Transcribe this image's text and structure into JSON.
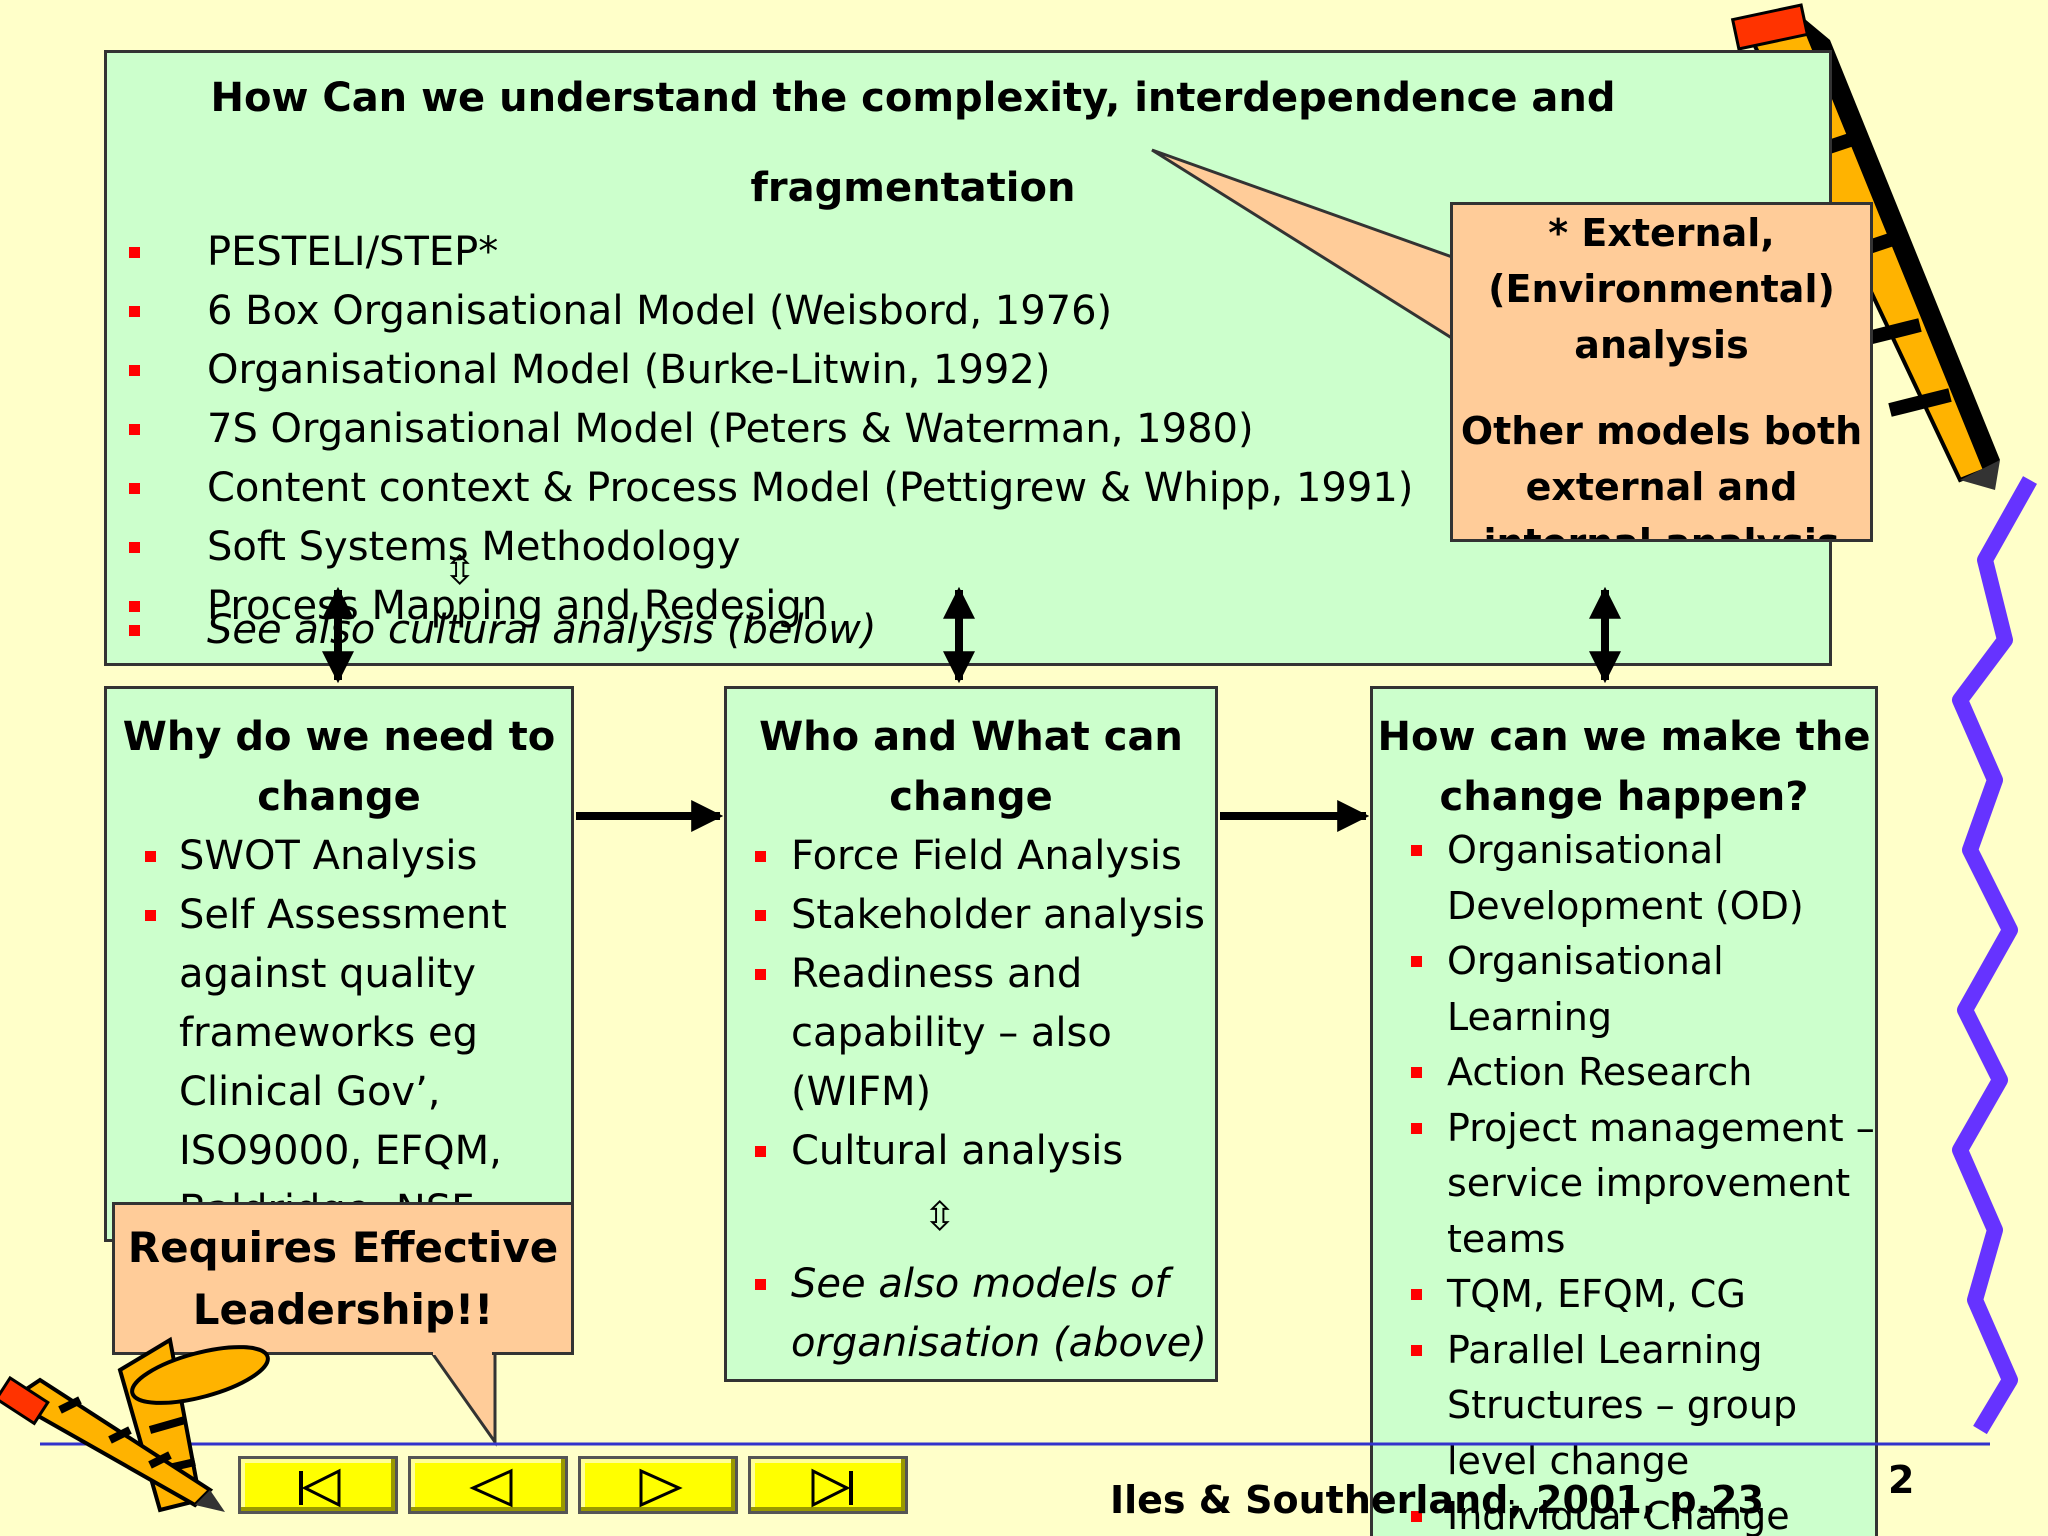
{
  "top_box": {
    "title": "How Can we understand the complexity, interdependence and fragmentation",
    "items": [
      "PESTELI/STEP*",
      "6 Box Organisational Model (Weisbord, 1976)",
      "Organisational Model (Burke-Litwin, 1992)",
      "7S Organisational Model (Peters & Waterman, 1980)",
      "Content context & Process Model (Pettigrew & Whipp, 1991)",
      "Soft Systems Methodology",
      "Process Mapping and Redesign"
    ],
    "updown_glyph": "⇳",
    "see_also": "See also cultural analysis (below)"
  },
  "external_callout": {
    "line1": "* External,",
    "line2": "(Environmental)",
    "line3": "analysis",
    "line4": "Other models both",
    "line5": "external and",
    "line6": "internal analysis"
  },
  "why_box": {
    "title_line1": "Why do we need to",
    "title_line2": "change",
    "items": [
      [
        "SWOT Analysis"
      ],
      [
        "Self Assessment",
        "against quality",
        "frameworks eg",
        "Clinical Gov’,",
        "ISO9000,  EFQM,",
        "Baldridge, NSF"
      ]
    ]
  },
  "leadership_callout": {
    "line1": "Requires Effective",
    "line2": "Leadership!!"
  },
  "who_box": {
    "title_line1": "Who and What can",
    "title_line2": "change",
    "items": [
      [
        "Force Field Analysis"
      ],
      [
        "Stakeholder analysis"
      ],
      [
        "Readiness and",
        "capability – also",
        "(WIFM)"
      ],
      [
        "Cultural analysis"
      ]
    ],
    "updown_glyph": "⇳",
    "see_also": [
      "See also models of",
      "organisation (above)"
    ]
  },
  "how_box": {
    "title_line1": "How can we make the",
    "title_line2": "change happen?",
    "items": [
      [
        "Organisational",
        "Development (OD)"
      ],
      [
        "Organisational",
        "Learning"
      ],
      [
        "Action Research"
      ],
      [
        "Project management –",
        "service improvement",
        "teams"
      ],
      [
        "TQM, EFQM, CG"
      ],
      [
        "Parallel Learning",
        "Structures – group",
        "level change"
      ],
      [
        "Individual Change"
      ]
    ]
  },
  "footer": {
    "citation": "Iles & Southerland, 2001, p.23",
    "page_number": "2"
  },
  "navigation": {
    "first_icon": "first-slide-icon",
    "prev_icon": "previous-slide-icon",
    "next_icon": "next-slide-icon",
    "last_icon": "last-slide-icon"
  },
  "colors": {
    "background": "#FFFFC9",
    "box_fill": "#CCFFCC",
    "callout_fill": "#FFCC99",
    "bullet": "#FF0000",
    "nav_button": "#FFFF00",
    "footer_line": "#3333CC",
    "squiggle": "#6633FF"
  }
}
